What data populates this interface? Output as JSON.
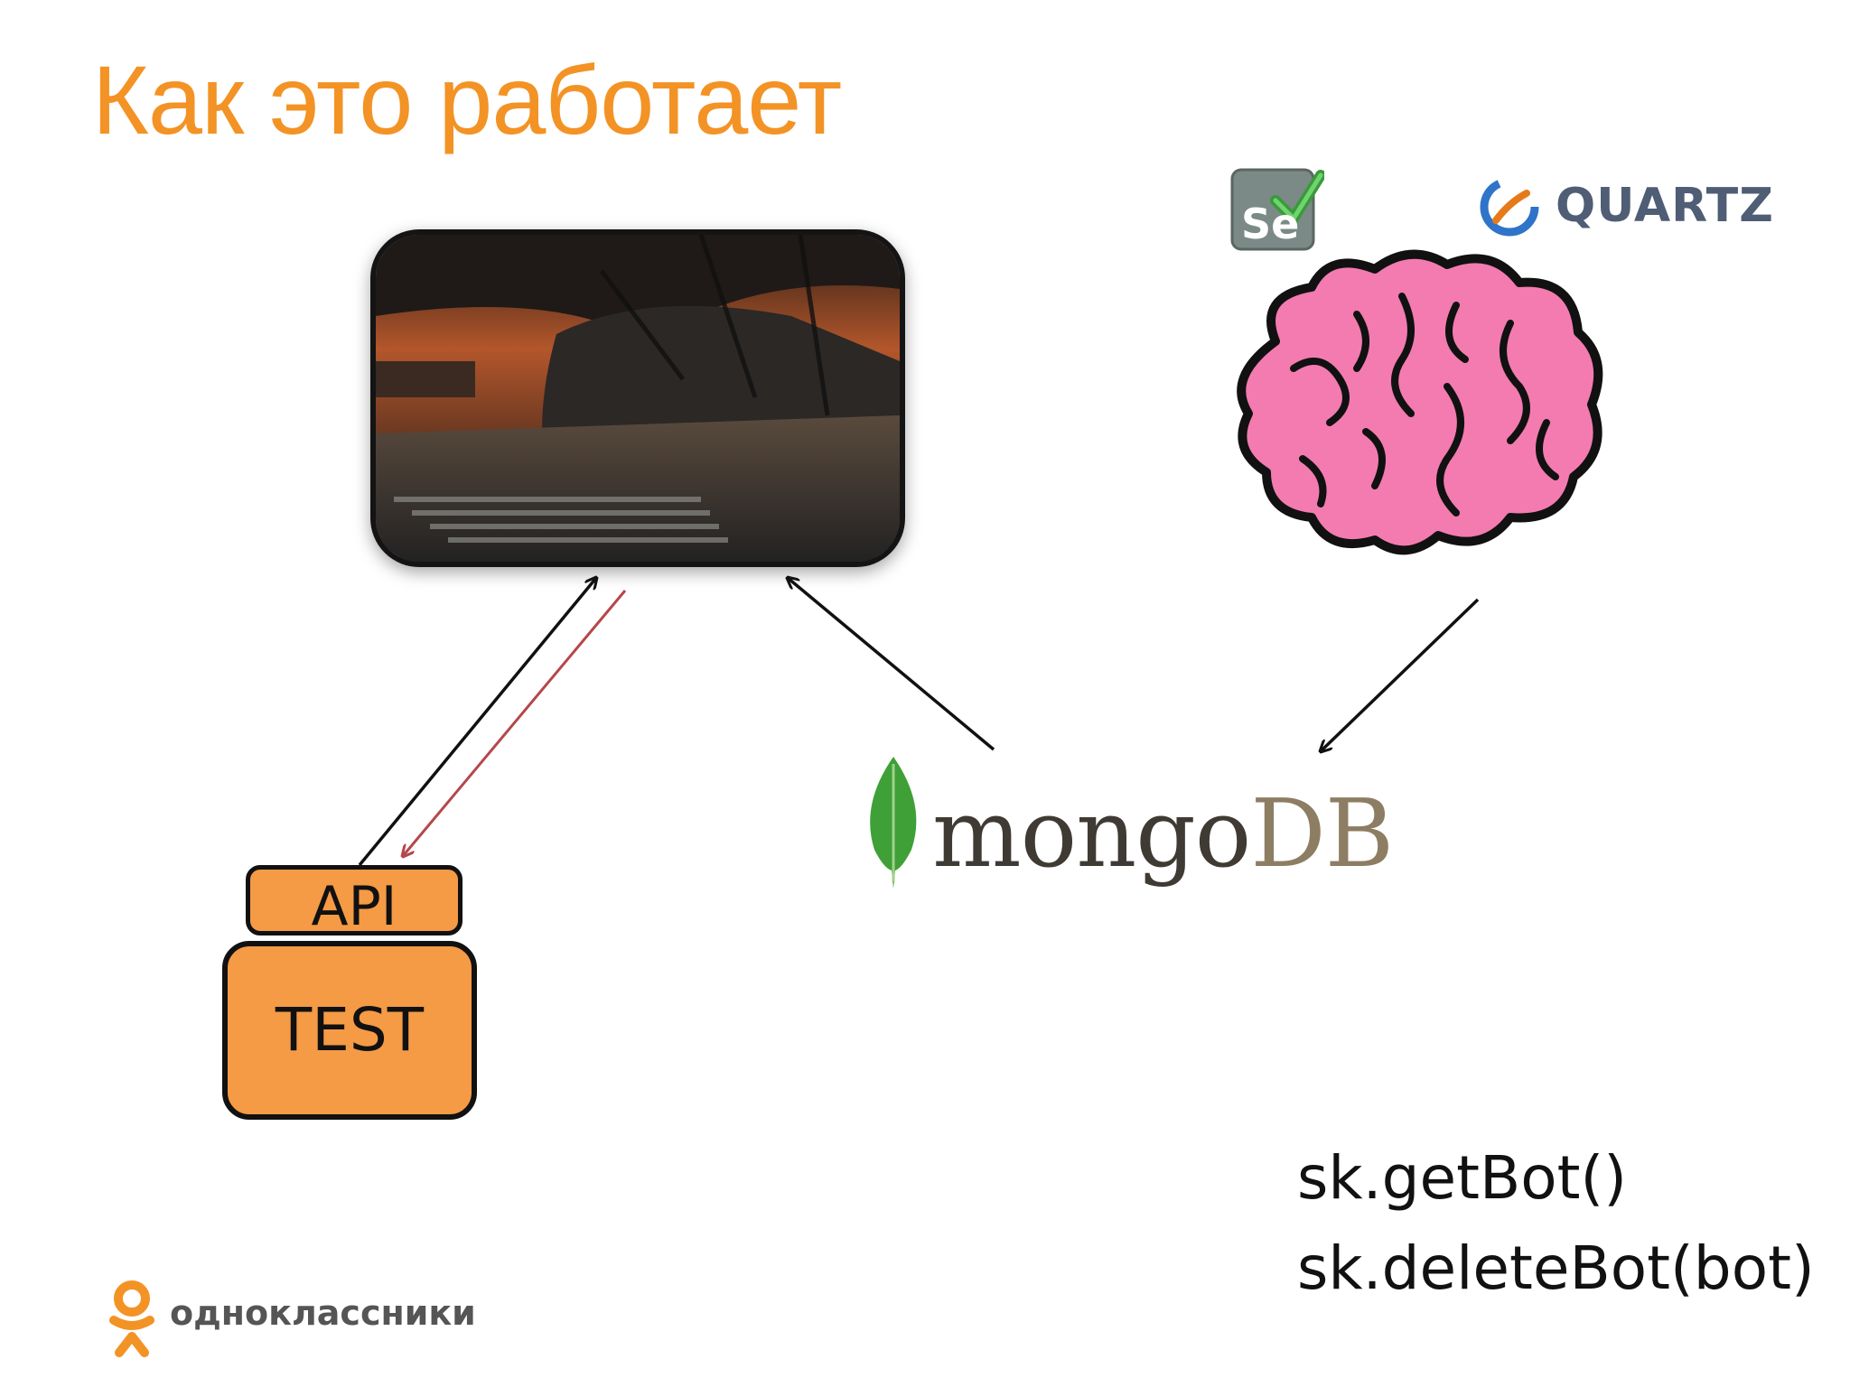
{
  "slide": {
    "title": "Как это работает"
  },
  "nodes": {
    "api_label": "API",
    "test_label": "TEST"
  },
  "logos": {
    "selenium": "Se",
    "quartz": "QUARTZ",
    "mongo_part1": "mongo",
    "mongo_part2": "DB",
    "brand": "одноклассники"
  },
  "code": {
    "line1": "sk.getBot()",
    "line2": "sk.deleteBot(bot)"
  },
  "colors": {
    "accent_orange": "#F39325",
    "box_fill": "#F59A45",
    "brain_pink": "#F37BB0",
    "arrow_black": "#111111",
    "arrow_red": "#B5474B",
    "mongo_green": "#3FA037"
  }
}
